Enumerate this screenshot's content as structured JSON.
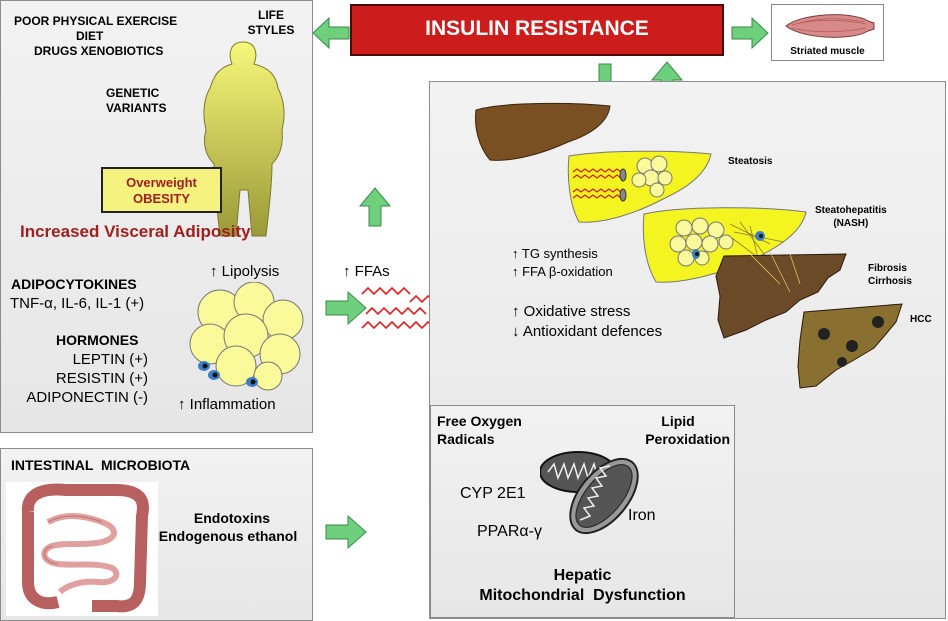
{
  "header": {
    "title": "INSULIN RESISTANCE",
    "muscle_label": "Striated muscle"
  },
  "adiposity": {
    "factors": [
      "POOR PHYSICAL EXERCISE",
      "DIET",
      "DRUGS XENOBIOTICS"
    ],
    "lifestyles": [
      "LIFE",
      "STYLES"
    ],
    "genetic": [
      "GENETIC",
      "VARIANTS"
    ],
    "obesity_box": [
      "Overweight",
      "OBESITY"
    ],
    "heading": "Increased Visceral Adiposity",
    "adipocytokines_title": "ADIPOCYTOKINES",
    "adipocytokines_list": "TNF-α, IL-6, IL-1 (+)",
    "hormones_title": "HORMONES",
    "hormones": [
      "LEPTIN (+)",
      "RESISTIN (+)",
      "ADIPONECTIN (-)"
    ],
    "lipolysis": "↑ Lipolysis",
    "inflammation": "↑ Inflammation"
  },
  "ffa_label": "↑ FFAs",
  "liver": {
    "steatosis": "Steatosis",
    "nash": [
      "Steatohepatitis",
      "(NASH)"
    ],
    "fibrosis": [
      "Fibrosis",
      "Cirrhosis"
    ],
    "hcc": "HCC",
    "tg": "↑ TG synthesis",
    "ffa_ox": "↑ FFA β-oxidation",
    "oxidative": "↑ Oxidative stress",
    "antioxidant": "↓ Antioxidant defences"
  },
  "mito": {
    "free_oxygen": [
      "Free Oxygen",
      "Radicals"
    ],
    "lipid": [
      "Lipid",
      "Peroxidation"
    ],
    "cyp": "CYP 2E1",
    "iron": "Iron",
    "ppar": "PPARα-γ",
    "title": [
      "Hepatic",
      "Mitochondrial  Dysfunction"
    ]
  },
  "microbiota": {
    "title": "INTESTINAL  MICROBIOTA",
    "endotoxins": "Endotoxins",
    "ethanol": "Endogenous ethanol"
  },
  "colors": {
    "insulin_red": "#cc1c1c",
    "arrow_green": "#6ecf7c",
    "heading_red": "#a02020",
    "obesity_yellow": "#f6f280",
    "fat_yellow": "#fafa9a",
    "liver_brown": "#7a4f22"
  }
}
